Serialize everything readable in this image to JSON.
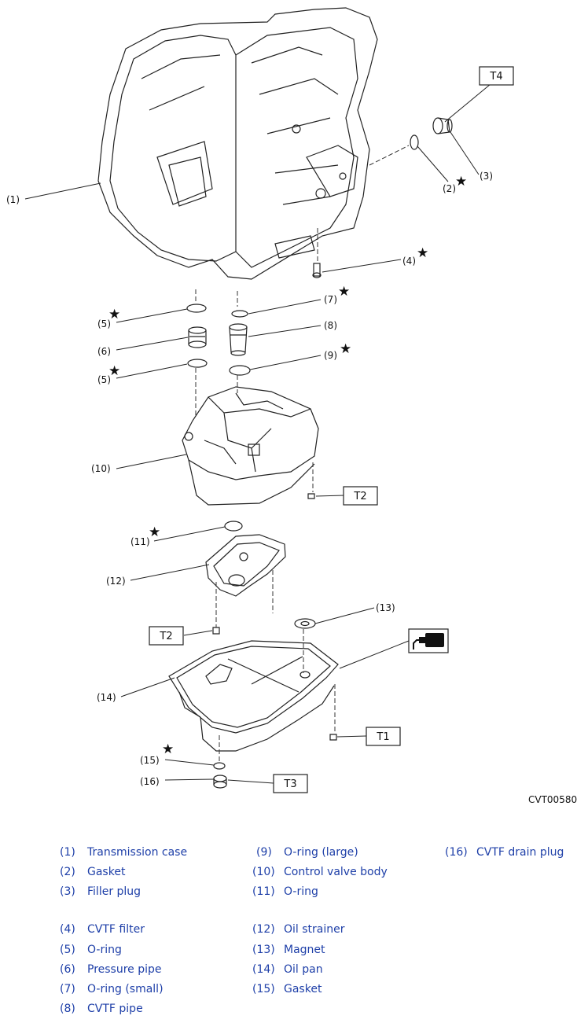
{
  "diagram": {
    "callouts": [
      "(1)",
      "(2)",
      "(3)",
      "(4)",
      "(5)",
      "(6)",
      "(5)",
      "(7)",
      "(8)",
      "(9)",
      "(10)",
      "(11)",
      "(12)",
      "(13)",
      "(14)",
      "(15)",
      "(16)"
    ],
    "torque_labels": [
      "T4",
      "T2",
      "T2",
      "T1",
      "T3"
    ],
    "figure_code": "CVT00580"
  },
  "legend": {
    "col1": [
      {
        "num": "(1)",
        "name": "Transmission case"
      },
      {
        "num": "(2)",
        "name": "Gasket"
      },
      {
        "num": "(3)",
        "name": "Filler plug"
      },
      {
        "num": "(4)",
        "name": "CVTF filter"
      },
      {
        "num": "(5)",
        "name": "O-ring"
      },
      {
        "num": "(6)",
        "name": "Pressure pipe"
      },
      {
        "num": "(7)",
        "name": "O-ring (small)"
      },
      {
        "num": "(8)",
        "name": "CVTF pipe"
      }
    ],
    "col2": [
      {
        "num": "(9)",
        "name": "O-ring (large)"
      },
      {
        "num": "(10)",
        "name": "Control valve body"
      },
      {
        "num": "(11)",
        "name": "O-ring"
      },
      {
        "num": "(12)",
        "name": "Oil strainer"
      },
      {
        "num": "(13)",
        "name": "Magnet"
      },
      {
        "num": "(14)",
        "name": "Oil pan"
      },
      {
        "num": "(15)",
        "name": "Gasket"
      }
    ],
    "col3": [
      {
        "num": "(16)",
        "name": "CVTF drain plug"
      }
    ]
  }
}
